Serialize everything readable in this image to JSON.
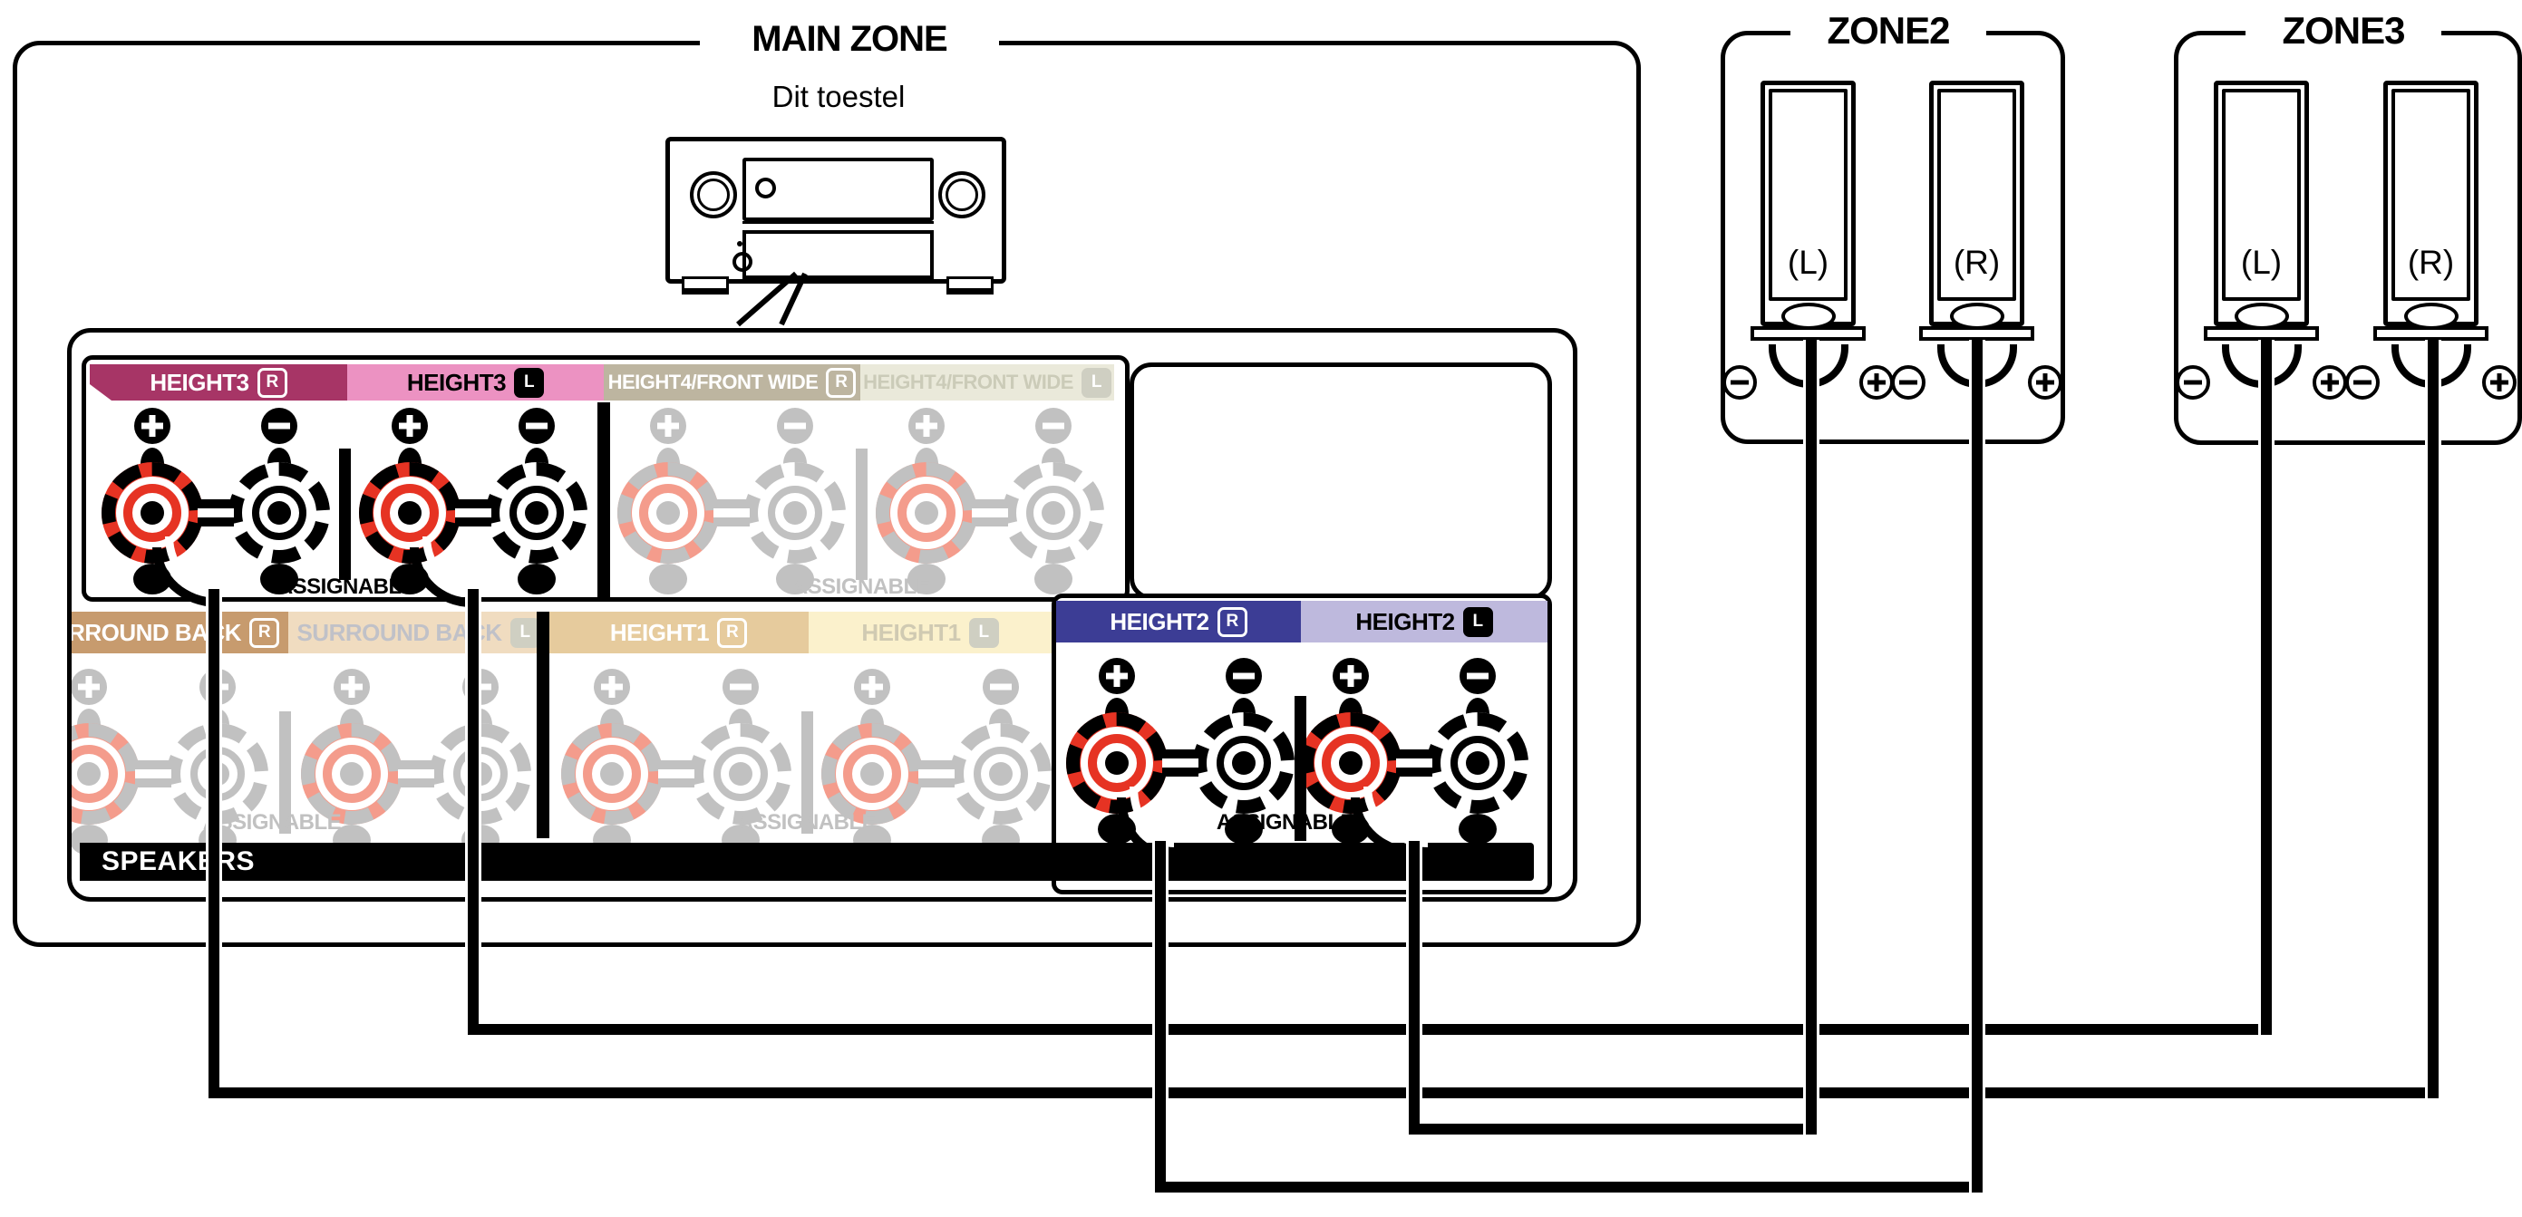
{
  "main_zone": {
    "title": "MAIN ZONE",
    "device_label": "Dit toestel",
    "speakers_label": "SPEAKERS",
    "assignable_label": "ASSIGNABLE",
    "groups": [
      {
        "name": "HEIGHT3",
        "right_ch": "R",
        "left_ch": "L",
        "active": true,
        "right_bg": "#A73566",
        "left_bg": "#EC92C2"
      },
      {
        "name": "HEIGHT4/FRONT WIDE",
        "right_ch": "R",
        "left_ch": "L",
        "active": false,
        "right_bg": "#BDB5A0",
        "left_bg": "#EAE9DA"
      },
      {
        "name": "SURROUND BACK",
        "right_ch": "R",
        "left_ch": "L",
        "active": false,
        "right_bg": "#C79B6E",
        "left_bg": "#F0DCC0"
      },
      {
        "name": "HEIGHT1",
        "right_ch": "R",
        "left_ch": "L",
        "active": false,
        "right_bg": "#E6CB9D",
        "left_bg": "#FBF1CC"
      },
      {
        "name": "HEIGHT2",
        "right_ch": "R",
        "left_ch": "L",
        "active": true,
        "right_bg": "#3C3D95",
        "left_bg": "#BEB9DD"
      }
    ],
    "terminal_polarity": {
      "plus": "+",
      "minus": "−"
    }
  },
  "zones": [
    {
      "title": "ZONE2",
      "speakers": [
        {
          "label": "(L)"
        },
        {
          "label": "(R)"
        }
      ]
    },
    {
      "title": "ZONE3",
      "speakers": [
        {
          "label": "(L)"
        },
        {
          "label": "(R)"
        }
      ]
    }
  ],
  "connections": [
    {
      "from": "MAIN ZONE HEIGHT3 R",
      "to": "ZONE3 (R)"
    },
    {
      "from": "MAIN ZONE HEIGHT3 L",
      "to": "ZONE3 (L)"
    },
    {
      "from": "MAIN ZONE HEIGHT2 R",
      "to": "ZONE2 (R)"
    },
    {
      "from": "MAIN ZONE HEIGHT2 L",
      "to": "ZONE2 (L)"
    }
  ],
  "colors": {
    "active_plus_terminal": "#E63323",
    "inactive_plus_terminal": "#F49C8C",
    "inactive_gray": "#C1C1C1",
    "ink": "#000000",
    "background": "#FFFFFF"
  }
}
